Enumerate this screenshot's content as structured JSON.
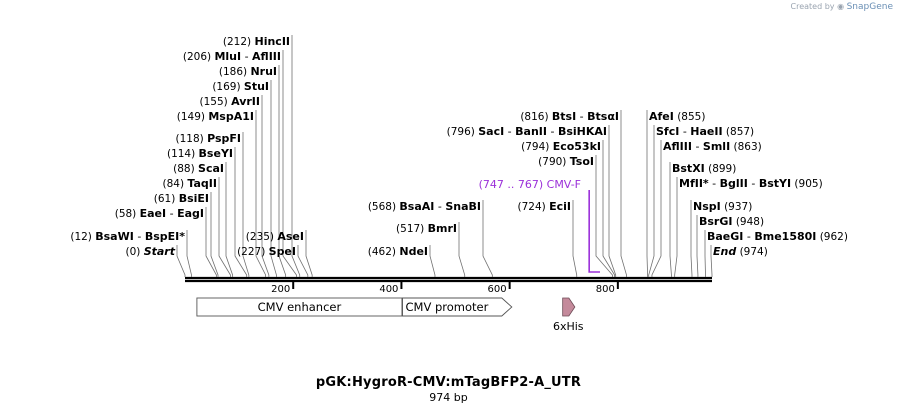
{
  "watermark": {
    "created_by": "Created by",
    "brand": "SnapGene"
  },
  "plasmid": {
    "name": "pGK:HygroR-CMV:mTagBFP2-A_UTR",
    "length_label": "974 bp",
    "length": 974
  },
  "ruler": {
    "ticks": [
      200,
      400,
      600,
      800
    ]
  },
  "sites": [
    {
      "parts": [
        {
          "t": "(0)",
          "k": "pos"
        },
        {
          "t": "Start",
          "k": "ital"
        }
      ],
      "pos": 0
    },
    {
      "parts": [
        {
          "t": "(12)",
          "k": "pos"
        },
        {
          "t": "BsaWI",
          "k": "enz"
        },
        {
          "t": " - ",
          "k": "sep"
        },
        {
          "t": "BspEI",
          "k": "enz"
        },
        {
          "t": "*",
          "k": "enz"
        }
      ],
      "pos": 12
    },
    {
      "parts": [
        {
          "t": "(58)",
          "k": "pos"
        },
        {
          "t": "EaeI",
          "k": "enz"
        },
        {
          "t": " - ",
          "k": "sep"
        },
        {
          "t": "EagI",
          "k": "enz"
        }
      ],
      "pos": 58
    },
    {
      "parts": [
        {
          "t": "(61)",
          "k": "pos"
        },
        {
          "t": "BsiEI",
          "k": "enz"
        }
      ],
      "pos": 61
    },
    {
      "parts": [
        {
          "t": "(84)",
          "k": "pos"
        },
        {
          "t": "TaqII",
          "k": "enz"
        }
      ],
      "pos": 84
    },
    {
      "parts": [
        {
          "t": "(88)",
          "k": "pos"
        },
        {
          "t": "ScaI",
          "k": "enz"
        }
      ],
      "pos": 88
    },
    {
      "parts": [
        {
          "t": "(114)",
          "k": "pos"
        },
        {
          "t": "BseYI",
          "k": "enz"
        }
      ],
      "pos": 114
    },
    {
      "parts": [
        {
          "t": "(118)",
          "k": "pos"
        },
        {
          "t": "PspFI",
          "k": "enz"
        }
      ],
      "pos": 118
    },
    {
      "parts": [
        {
          "t": "(149)",
          "k": "pos"
        },
        {
          "t": "MspA1I",
          "k": "enz"
        }
      ],
      "pos": 149
    },
    {
      "parts": [
        {
          "t": "(155)",
          "k": "pos"
        },
        {
          "t": "AvrII",
          "k": "enz"
        }
      ],
      "pos": 155
    },
    {
      "parts": [
        {
          "t": "(169)",
          "k": "pos"
        },
        {
          "t": "StuI",
          "k": "enz"
        }
      ],
      "pos": 169
    },
    {
      "parts": [
        {
          "t": "(186)",
          "k": "pos"
        },
        {
          "t": "NruI",
          "k": "enz"
        }
      ],
      "pos": 186
    },
    {
      "parts": [
        {
          "t": "(206)",
          "k": "pos"
        },
        {
          "t": "MluI",
          "k": "enz"
        },
        {
          "t": " - ",
          "k": "sep"
        },
        {
          "t": "AflIII",
          "k": "enz"
        }
      ],
      "pos": 206
    },
    {
      "parts": [
        {
          "t": "(212)",
          "k": "pos"
        },
        {
          "t": "HincII",
          "k": "enz"
        }
      ],
      "pos": 212
    },
    {
      "parts": [
        {
          "t": "(227)",
          "k": "pos"
        },
        {
          "t": "SpeI",
          "k": "enz"
        }
      ],
      "pos": 227
    },
    {
      "parts": [
        {
          "t": "(235)",
          "k": "pos"
        },
        {
          "t": "AseI",
          "k": "enz"
        }
      ],
      "pos": 235
    },
    {
      "parts": [
        {
          "t": "(462)",
          "k": "pos"
        },
        {
          "t": "NdeI",
          "k": "enz"
        }
      ],
      "pos": 462
    },
    {
      "parts": [
        {
          "t": "(517)",
          "k": "pos"
        },
        {
          "t": "BmrI",
          "k": "enz"
        }
      ],
      "pos": 517
    },
    {
      "parts": [
        {
          "t": "(568)",
          "k": "pos"
        },
        {
          "t": "BsaAI",
          "k": "enz"
        },
        {
          "t": " - ",
          "k": "sep"
        },
        {
          "t": "SnaBI",
          "k": "enz"
        }
      ],
      "pos": 568
    },
    {
      "parts": [
        {
          "t": "(724)",
          "k": "pos"
        },
        {
          "t": "EciI",
          "k": "enz"
        }
      ],
      "pos": 724
    },
    {
      "parts": [
        {
          "t": "(790)",
          "k": "pos"
        },
        {
          "t": "TsoI",
          "k": "enz"
        }
      ],
      "pos": 790
    },
    {
      "parts": [
        {
          "t": "(794)",
          "k": "pos"
        },
        {
          "t": "Eco53kI",
          "k": "enz"
        }
      ],
      "pos": 794
    },
    {
      "parts": [
        {
          "t": "(796)",
          "k": "pos"
        },
        {
          "t": "SacI",
          "k": "enz"
        },
        {
          "t": " - ",
          "k": "sep"
        },
        {
          "t": "BanII",
          "k": "enz"
        },
        {
          "t": " - ",
          "k": "sep"
        },
        {
          "t": "BsiHKAI",
          "k": "enz"
        }
      ],
      "pos": 796
    },
    {
      "parts": [
        {
          "t": "(816)",
          "k": "pos"
        },
        {
          "t": "BtsI",
          "k": "enz"
        },
        {
          "t": " - ",
          "k": "sep"
        },
        {
          "t": "BtsαI",
          "k": "enz"
        }
      ],
      "pos": 816
    },
    {
      "parts": [
        {
          "t": "AfeI",
          "k": "enz"
        },
        {
          "t": "(855)",
          "k": "pos"
        }
      ],
      "pos": 855
    },
    {
      "parts": [
        {
          "t": "SfcI",
          "k": "enz"
        },
        {
          "t": " - ",
          "k": "sep"
        },
        {
          "t": "HaeII",
          "k": "enz"
        },
        {
          "t": "(857)",
          "k": "pos"
        }
      ],
      "pos": 857
    },
    {
      "parts": [
        {
          "t": "AflIII",
          "k": "enz"
        },
        {
          "t": " - ",
          "k": "sep"
        },
        {
          "t": "SmlI",
          "k": "enz"
        },
        {
          "t": "(863)",
          "k": "pos"
        }
      ],
      "pos": 863
    },
    {
      "parts": [
        {
          "t": "BstXI",
          "k": "enz"
        },
        {
          "t": "(899)",
          "k": "pos"
        }
      ],
      "pos": 899
    },
    {
      "parts": [
        {
          "t": "MfII",
          "k": "enz"
        },
        {
          "t": "*",
          "k": "enz"
        },
        {
          "t": " - ",
          "k": "sep"
        },
        {
          "t": "BglII",
          "k": "enz"
        },
        {
          "t": " - ",
          "k": "sep"
        },
        {
          "t": "BstYI",
          "k": "enz"
        },
        {
          "t": "(905)",
          "k": "pos"
        }
      ],
      "pos": 905
    },
    {
      "parts": [
        {
          "t": "NspI",
          "k": "enz"
        },
        {
          "t": "(937)",
          "k": "pos"
        }
      ],
      "pos": 937
    },
    {
      "parts": [
        {
          "t": "BsrGI",
          "k": "enz"
        },
        {
          "t": "(948)",
          "k": "pos"
        }
      ],
      "pos": 948
    },
    {
      "parts": [
        {
          "t": "BaeGI",
          "k": "enz"
        },
        {
          "t": " - ",
          "k": "sep"
        },
        {
          "t": "Bme1580I",
          "k": "enz"
        },
        {
          "t": "(962)",
          "k": "pos"
        }
      ],
      "pos": 962
    },
    {
      "parts": [
        {
          "t": "End",
          "k": "ital"
        },
        {
          "t": "(974)",
          "k": "pos"
        }
      ],
      "pos": 974
    }
  ],
  "primer": {
    "range_label": "(747 .. 767)",
    "name": "CMV-F",
    "start": 747,
    "end": 767,
    "color": "#9b30d9"
  },
  "features": [
    {
      "name": "CMV enhancer",
      "start": 22,
      "end": 401,
      "kind": "box"
    },
    {
      "name": "CMV promoter",
      "start": 402,
      "end": 604,
      "kind": "arrow"
    },
    {
      "name": "6xHis",
      "start": 698,
      "end": 715,
      "kind": "arrow",
      "color": "#c48a9b"
    }
  ],
  "colors": {
    "line": "#000000",
    "site_line": "#707070",
    "feature_stroke": "#555555",
    "feature_fill": "#ffffff"
  }
}
